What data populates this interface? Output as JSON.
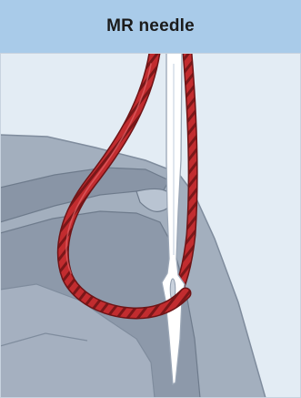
{
  "title": "MR needle",
  "colors": {
    "header_bg": "#a9cbe9",
    "panel_bg": "#e3ecf4",
    "machine_light": "#aab6c5",
    "machine_mid": "#8f9cad",
    "machine_dark": "#6e7b8c",
    "needle": "#ffffff",
    "thread_red": "#c02a2d",
    "thread_dark": "#6e1416"
  },
  "icons": [
    "needle",
    "thread-loop",
    "hook"
  ]
}
